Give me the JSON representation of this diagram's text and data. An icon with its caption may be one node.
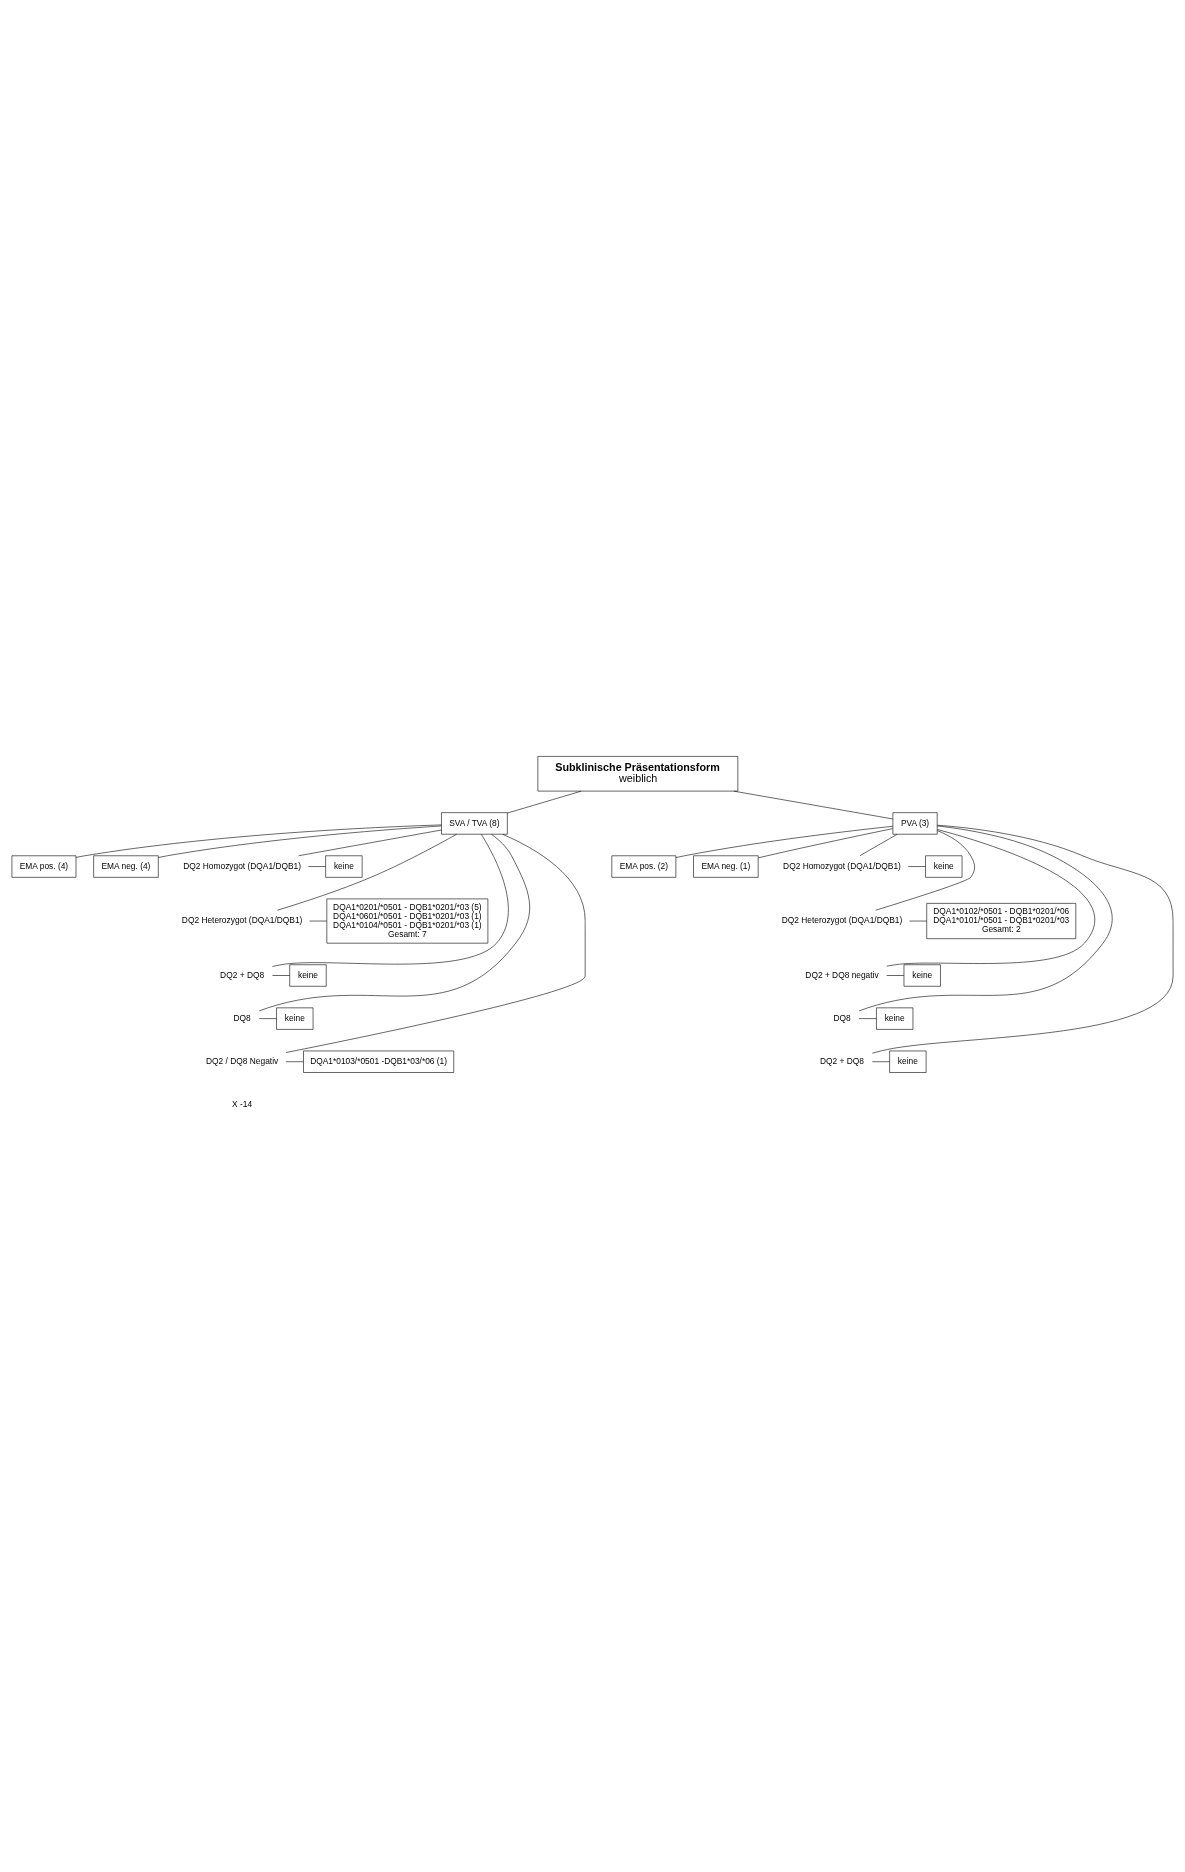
{
  "diagram": {
    "nodes": [
      {
        "text": [
          "Subklinische Präsentationsform",
          "weiblich"
        ]
      },
      {
        "text": [
          "SVA / TVA (8)"
        ]
      },
      {
        "text": [
          "PVA (3)"
        ]
      },
      {
        "text": [
          "EMA pos. (4)"
        ]
      },
      {
        "text": [
          "EMA neg. (4)"
        ]
      },
      {
        "text": [
          "EMA pos. (2)"
        ]
      },
      {
        "text": [
          "EMA neg. (1)"
        ]
      },
      {
        "text": [
          "DQ2 Homozygot (DQA1/DQB1)"
        ]
      },
      {
        "text": [
          "keine"
        ]
      },
      {
        "text": [
          "DQ2 Heterozygot (DQA1/DQB1)"
        ]
      },
      {
        "text": [
          "DQA1*0201/*0501 - DQB1*0201/*03 (5)",
          "DQA1*0601/*0501 - DQB1*0201/*03 (1)",
          "DQA1*0104/*0501 - DQB1*0201/*03 (1)",
          "Gesamt: 7"
        ]
      },
      {
        "text": [
          "DQ2 + DQ8"
        ]
      },
      {
        "text": [
          "keine"
        ]
      },
      {
        "text": [
          "DQ8"
        ]
      },
      {
        "text": [
          "keine"
        ]
      },
      {
        "text": [
          "DQ2 / DQ8 Negativ"
        ]
      },
      {
        "text": [
          "DQA1*0103/*0501 -DQB1*03/*06 (1)"
        ]
      },
      {
        "text": [
          "DQ2 Homozygot (DQA1/DQB1)"
        ]
      },
      {
        "text": [
          "keine"
        ]
      },
      {
        "text": [
          "DQ2 Heterozygot (DQA1/DQB1)"
        ]
      },
      {
        "text": [
          "DQA1*0102/*0501 - DQB1*0201/*06",
          "DQA1*0101/*0501 - DQB1*0201/*03",
          "Gesamt: 2"
        ]
      },
      {
        "text": [
          "DQ2 + DQ8 negativ"
        ]
      },
      {
        "text": [
          "keine"
        ]
      },
      {
        "text": [
          "DQ8"
        ]
      },
      {
        "text": [
          "keine"
        ]
      },
      {
        "text": [
          "DQ2 + DQ8"
        ]
      },
      {
        "text": [
          "keine"
        ]
      }
    ],
    "edges": [
      {
        "from": 0,
        "to": 1,
        "arrow": "none"
      },
      {
        "from": 0,
        "to": 2,
        "arrow": "none"
      },
      {
        "from": 1,
        "to": 3,
        "arrow": "none"
      },
      {
        "from": 1,
        "to": 4,
        "arrow": "none"
      },
      {
        "from": 2,
        "to": 5,
        "arrow": "none"
      },
      {
        "from": 2,
        "to": 6,
        "arrow": "none"
      },
      {
        "from": 1,
        "to": 7,
        "arrow": "none"
      },
      {
        "from": 7,
        "to": 8,
        "arrow": "none"
      },
      {
        "from": 1,
        "to": 9,
        "arrow": "none"
      },
      {
        "from": 9,
        "to": 10,
        "arrow": "none"
      },
      {
        "from": 1,
        "to": 11,
        "arrow": "none"
      },
      {
        "from": 11,
        "to": 12,
        "arrow": "none"
      },
      {
        "from": 1,
        "to": 13,
        "arrow": "none"
      },
      {
        "from": 13,
        "to": 14,
        "arrow": "none"
      },
      {
        "from": 1,
        "to": 15,
        "arrow": "none"
      },
      {
        "from": 15,
        "to": 16,
        "arrow": "none"
      },
      {
        "from": 2,
        "to": 17,
        "arrow": "none"
      },
      {
        "from": 17,
        "to": 18,
        "arrow": "none"
      },
      {
        "from": 2,
        "to": 19,
        "arrow": "none"
      },
      {
        "from": 19,
        "to": 20,
        "arrow": "none"
      },
      {
        "from": 2,
        "to": 21,
        "arrow": "none"
      },
      {
        "from": 21,
        "to": 22,
        "arrow": "none"
      },
      {
        "from": 2,
        "to": 23,
        "arrow": "none"
      },
      {
        "from": 23,
        "to": 24,
        "arrow": "none"
      },
      {
        "from": 2,
        "to": 25,
        "arrow": "none"
      },
      {
        "from": 25,
        "to": 26,
        "arrow": "none"
      }
    ],
    "labels": [
      "X -14"
    ]
  }
}
